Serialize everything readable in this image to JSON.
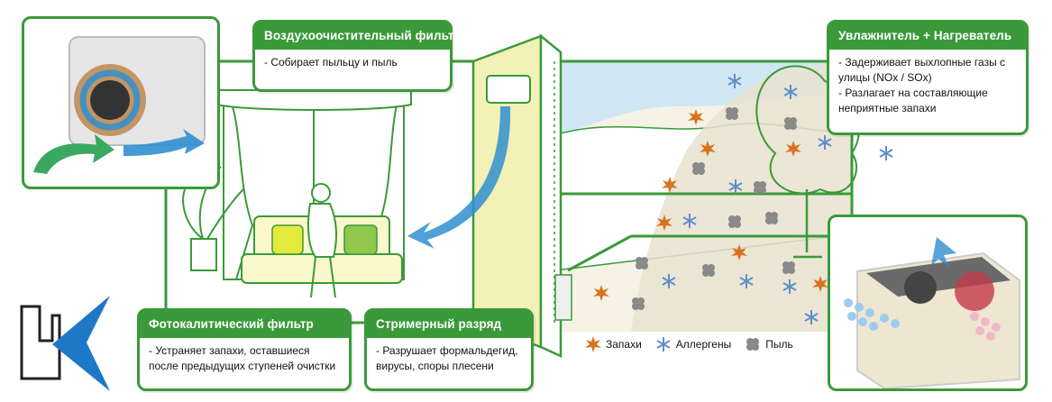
{
  "cards": {
    "air_filter": {
      "title": "Воздухоочистительный фильтр",
      "lines": [
        "- Собирает пыльцу и пыль"
      ]
    },
    "humidifier": {
      "title": "Увлажнитель + Нагреватель",
      "lines": [
        "- Задерживает выхлопные газы с",
        "улицы (NOx / SOx)",
        "- Разлагает на составляющие",
        "неприятные запахи"
      ]
    },
    "photocatalytic": {
      "title": "Фотокалитический фильтр",
      "lines": [
        "- Устраняет запахи, оставшиеся",
        "после предыдущих ступеней очистки"
      ]
    },
    "streamer": {
      "title": "Стримерный разряд",
      "lines": [
        "- Разрушает формальдегид,",
        "вирусы, споры плесени"
      ]
    }
  },
  "legend": {
    "odors": "Запахи",
    "allergens": "Аллергены",
    "dust": "Пыль"
  },
  "colors": {
    "accent_green": "#3a9a3a",
    "wall_yellow": "#f3f0b8",
    "flow_blue": "#2f8fd0",
    "odor_orange": "#d9731f",
    "allergen_blue": "#5f8fc8",
    "dust_gray": "#8a8a8a"
  },
  "icons": {
    "odor": "spiky-star-icon",
    "allergen": "snowflake-icon",
    "dust": "dust-cluster-icon"
  }
}
